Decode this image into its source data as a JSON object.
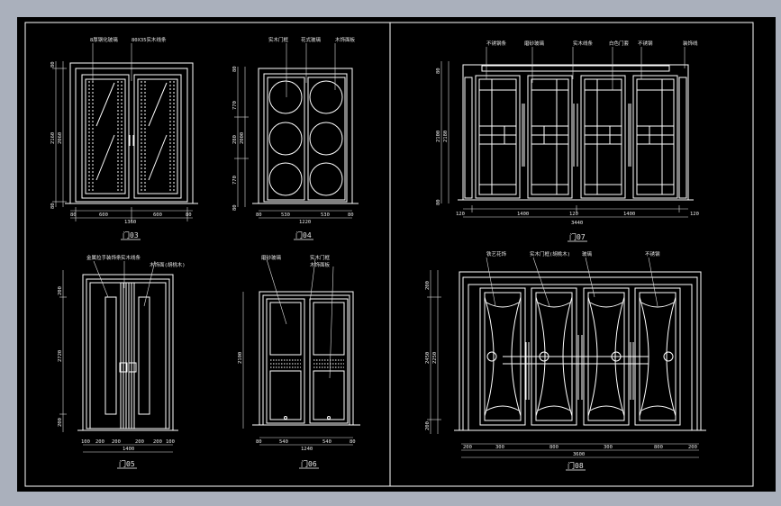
{
  "colors": {
    "frame": "#aab0bc",
    "canvas": "#000000",
    "line": "#ffffff",
    "dim": "#e0e0e0",
    "text": "#e8e8e8"
  },
  "doors": {
    "d3": {
      "caption": "门03",
      "callouts": [
        "8厚钢化玻璃",
        "80X35实木线条"
      ],
      "dims_v": [
        "80",
        "2160",
        "2060",
        "80"
      ],
      "dims_h": [
        "80",
        "600",
        "600",
        "80"
      ],
      "total_w": "1360"
    },
    "d4": {
      "caption": "门04",
      "callouts": [
        "实木门框",
        "花式玻璃",
        "木饰面板"
      ],
      "dims_v": [
        "80",
        "770",
        "2000",
        "280",
        "770",
        "80"
      ],
      "dims_h": [
        "80",
        "530",
        "530",
        "80"
      ],
      "total_w": "1220"
    },
    "d7": {
      "caption": "门07",
      "callouts": [
        "不锈钢条",
        "磨砂玻璃",
        "实木线条",
        "白色门套",
        "不锈钢",
        "装饰线"
      ],
      "dims_v": [
        "80",
        "2100",
        "2180",
        "80"
      ],
      "dims_h": [
        "120",
        "1400",
        "120",
        "1400",
        "120"
      ],
      "total_w": "3440"
    },
    "d5": {
      "caption": "门05",
      "callouts": [
        "金属拉手装饰条",
        "实木线条",
        "木饰面(胡桃木)"
      ],
      "dims_v": [
        "200",
        "2720",
        "200"
      ],
      "dims_h": [
        "100",
        "200",
        "200",
        "200",
        "200",
        "100"
      ],
      "total_w": "1400"
    },
    "d6": {
      "caption": "门06",
      "callouts": [
        "磨砂玻璃",
        "实木门框",
        "木饰面板"
      ],
      "dims_v": [
        "2100"
      ],
      "dims_h": [
        "80",
        "540",
        "540",
        "80"
      ],
      "total_w": "1240"
    },
    "d8": {
      "caption": "门08",
      "callouts": [
        "铁艺花饰",
        "实木门框(胡桃木)",
        "玻璃",
        "不锈钢"
      ],
      "dims_v": [
        "200",
        "2450",
        "2250",
        "200"
      ],
      "dims_h": [
        "200",
        "300",
        "800",
        "300",
        "800",
        "200"
      ],
      "total_w": "3600"
    }
  }
}
